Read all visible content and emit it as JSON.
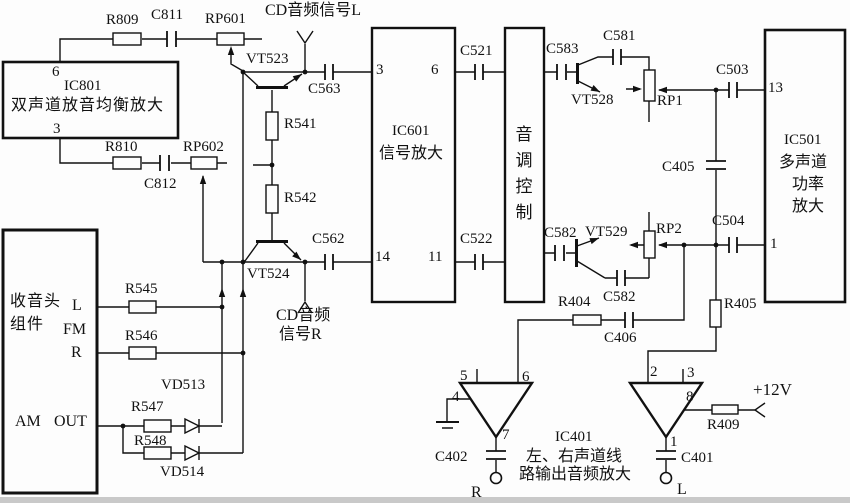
{
  "blocks": {
    "ic801": {
      "name": "IC801",
      "desc": "双声道放音均衡放大",
      "pin_top": "6",
      "pin_bottom": "3"
    },
    "radio": {
      "name_line1": "收音头",
      "name_line2": "组件",
      "pin_l": "L",
      "pin_fm": "FM",
      "pin_r": "R",
      "pin_am": "AM",
      "pin_out": "OUT"
    },
    "ic601": {
      "name": "IC601",
      "desc": "信号放大",
      "pin_in_top": "3",
      "pin_out_top": "6",
      "pin_in_bottom": "14",
      "pin_out_bottom": "11"
    },
    "tone": {
      "desc": "音调控制"
    },
    "ic501": {
      "name": "IC501",
      "desc_line1": "多声道",
      "desc_line2": "功率",
      "desc_line3": "放大",
      "pin_top": "13",
      "pin_bottom": "1"
    },
    "ic401": {
      "name": "IC401",
      "desc_line1": "左、右声道线",
      "desc_line2": "路输出音频放大",
      "amp_right": {
        "pin5": "5",
        "pin6": "6",
        "pin4": "4",
        "pin7": "7"
      },
      "amp_left": {
        "pin2": "2",
        "pin3": "3",
        "pin8": "8",
        "pin1": "1"
      }
    }
  },
  "signals": {
    "cd_left": "CD音频信号L",
    "cd_right_line1": "CD音频",
    "cd_right_line2": "信号R",
    "supply": "+12V",
    "out_right": "R",
    "out_left": "L"
  },
  "components": {
    "resistors": {
      "r809": "R809",
      "r810": "R810",
      "r541": "R541",
      "r542": "R542",
      "r545": "R545",
      "r546": "R546",
      "r547": "R547",
      "r548": "R548",
      "r404": "R404",
      "r405": "R405",
      "r409": "R409"
    },
    "capacitors": {
      "c811": "C811",
      "c812": "C812",
      "c563": "C563",
      "c562": "C562",
      "c521": "C521",
      "c522": "C522",
      "c583": "C583",
      "c581": "C581",
      "c582_top": "C582",
      "c582_bottom": "C582",
      "c503": "C503",
      "c504": "C504",
      "c405": "C405",
      "c406": "C406",
      "c402": "C402",
      "c401": "C401"
    },
    "potentiometers": {
      "rp601": "RP601",
      "rp602": "RP602",
      "rp1": "RP1",
      "rp2": "RP2"
    },
    "transistors": {
      "vt523": "VT523",
      "vt524": "VT524",
      "vt528": "VT528",
      "vt529": "VT529"
    },
    "diodes": {
      "vd513": "VD513",
      "vd514": "VD514"
    }
  }
}
